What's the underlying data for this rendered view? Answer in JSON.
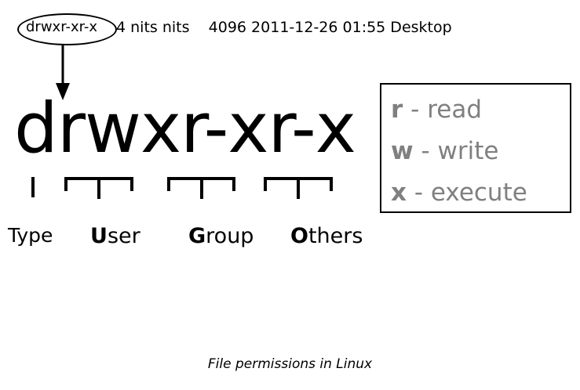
{
  "listing": {
    "permissions": "drwxr-xr-x",
    "rest": "4 nits nits    4096 2011-12-26 01:55 Desktop"
  },
  "big_permissions": "drwxr-xr-x",
  "labels": {
    "type": {
      "cap": "T",
      "rest": "ype"
    },
    "user": {
      "cap": "U",
      "rest": "ser"
    },
    "group": {
      "cap": "G",
      "rest": "roup"
    },
    "others": {
      "cap": "O",
      "rest": "thers"
    }
  },
  "legend": {
    "rows": [
      {
        "key": "r",
        "text": " - read"
      },
      {
        "key": "w",
        "text": " - write"
      },
      {
        "key": "x",
        "text": " - execute"
      }
    ],
    "color": "#808080"
  },
  "caption": "File permissions in Linux"
}
